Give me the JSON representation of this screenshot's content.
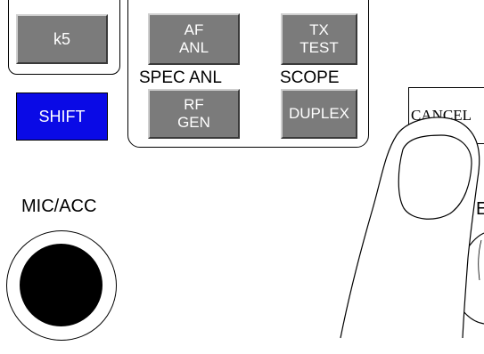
{
  "keys": {
    "k5": "k5",
    "shift": "SHIFT",
    "af_anl": [
      "AF",
      "ANL"
    ],
    "tx_test": [
      "TX",
      "TEST"
    ],
    "rf_gen": [
      "RF",
      "GEN"
    ],
    "duplex": "DUPLEX",
    "cancel": "CANCEL"
  },
  "captions": {
    "spec_anl": "SPEC ANL",
    "scope": "SCOPE"
  },
  "connectors": {
    "mic_acc": "MIC/ACC",
    "partial_right": "E"
  },
  "colors": {
    "key_gray": "#7b7b7b",
    "shift_blue": "#0a0ae6",
    "key_text": "#ffffff"
  }
}
